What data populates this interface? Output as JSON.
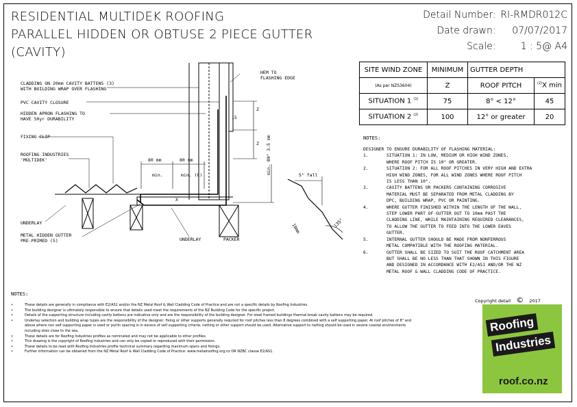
{
  "header": {
    "title_lines": [
      "RESIDENTIAL MULTIDEK ROOFING",
      "PARALLEL HIDDEN OR OBTUSE 2 PIECE GUTTER",
      "(CAVITY)"
    ],
    "detail_number_label": "Detail Number:",
    "detail_number": "RI-RMDR012C",
    "date_label": "Date drawn:",
    "date": "07/07/2017",
    "scale_label": "Scale:",
    "scale": "1 : 5@ A4"
  },
  "wind_table": {
    "h_site": "SITE WIND ZONE",
    "h_min": "MINIMUM",
    "h_gutter": "GUTTER DEPTH",
    "as_per": "(As per NZS3604)",
    "z": "Z",
    "roof_pitch": "ROOF PITCH",
    "x_min": "X min",
    "x_sup": "(2)",
    "rows": [
      {
        "situation": "SITUATION 1",
        "sup": "(1)",
        "min": "75",
        "pitch": "8° < 12°",
        "depth": "45"
      },
      {
        "situation": "SITUATION 2",
        "sup": "(2)",
        "min": "100",
        "pitch": "12° or greater",
        "depth": "20"
      }
    ]
  },
  "drawing_labels": {
    "cladding": "CLADDING ON 20mm CAVITY BATTENS (3)",
    "cladding2": "WITH BUILDING WRAP OVER FLASHING",
    "pvc": "PVC CAVITY CLOSURE",
    "hidden_apron": "HIDDEN APRON FLASHING TO",
    "hidden_apron2": "HAVE 50yr DURABILITY",
    "fixing_clip": "FIXING CLIP",
    "roofing_industries": "ROOFING INDUSTRIES",
    "multidek": "'MULTIDEK'",
    "underlay_left": "UNDERLAY",
    "gutter": "METAL HIDDEN GUTTER",
    "gutter2": "PRE-PRIMED (5)",
    "underlay_bottom": "UNDERLAY",
    "packer": "PACKER",
    "hem": "HEM TO",
    "hem2": "FLASHING EDGE",
    "dim_80_a": "80 mm",
    "dim_80_b": "80 mm",
    "dim_min": "min.",
    "dim_min_c": "min. (C)",
    "dim_z1": "Z",
    "dim_z2": "Z",
    "dim_15": "15",
    "dim_x": "X",
    "dim_vertical": "min. 89°",
    "dim_vertical2": "3.5 mm",
    "fall": "5° fall",
    "dim_10": "10mm",
    "dim_135": "135°"
  },
  "right_notes": {
    "head": "NOTES:",
    "intro": "DESIGNER TO ENSURE DURABILITY OF FLASHING MATERIAL:",
    "items": [
      {
        "n": "1.",
        "lines": [
          "SITUATION 1: IN LOW, MEDIUM OR HIGH WIND ZONES,",
          "WHERE ROOF PITCH IS 10° OR GREATER."
        ]
      },
      {
        "n": "2.",
        "lines": [
          "SITUATION 2: FOR ALL ROOF PITCHES IN VERY HIGH AND EXTRA",
          "HIGH WIND ZONES, FOR ALL WIND ZONES WHERE ROOF PITCH",
          "IS LESS THAN 10°."
        ]
      },
      {
        "n": "3.",
        "lines": [
          "CAVITY BATTENS OR PACKERS CONTAINING CORROSIVE",
          "MATERIAL MUST BE SEPARATED FROM METAL CLADDING BY",
          "DPC, BUILDING WRAP, PVC OR PAINTING."
        ]
      },
      {
        "n": "4.",
        "lines": [
          "WHERE GUTTER FINISHED WITHIN THE LENGTH OF THE WALL,",
          "STEP LOWER PART OF GUTTER OUT TO 10mm PAST THE",
          "CLADDING LINE, WHILE MAINTAINING REQUIRED CLEARANCES,",
          "TO ALLOW THE GUTTER TO FEED INTO THE LOWER EAVES",
          "GUTTER."
        ]
      },
      {
        "n": "5.",
        "lines": [
          "INTERNAL GUTTER SHOULD BE MADE FROM NONFERROUS",
          "METAL COMPATIBLE WITH THE ROOFING MATERIAL."
        ]
      },
      {
        "n": "6.",
        "lines": [
          "GUTTER SHALL BE SIZED TO SUIT THE ROOF CATCHMENT AREA",
          "BUT SHALL BE NO LESS THAN THAT SHOWN IN THIS FIGURE",
          "AND DESIGNED IN ACCORDANCE WITH E2/AS1 AND/OR THE NZ",
          "METAL ROOF & WALL CLADDING CODE OF PRACTICE."
        ]
      }
    ]
  },
  "bottom_notes": {
    "head": "NOTES:",
    "bullet": "•",
    "items": [
      "These details are generally in compliance with E2/AS1 and/or the NZ Metal Roof & Wall Cladding Code of Practice and are not a specific details by Roofing Industries.",
      "The building designer is ultimately responsible to ensure that details used meet the requirements of the NZ Building Code for the specific project.",
      "Details of the supporting structure including cavity battens are indicative only and are the responsibility of the building designer. For steel framed buildings thermal break cavity battens may be required.",
      "Underlay selection and building wrap types are the responsibility of the designer, fixing or other supports generally required for roof pitches less than 8 degrees combined with a self supporting paper. At roof pitches of 8° and above where non self supporting paper is used or purlin spacing is in excess of self supporting criteria, netting or other support should be used. Alternative support to netting should be used in severe coastal environments including sites close to the sea.",
      "These details are for Roofing Industries profiles as nominated and may not be applicable to other profiles.",
      "This drawing is the copyright of Roofing Industries and can only be copied or reproduced with their permission.",
      "These details to be read with Roofing Industries profile technical summary regarding maximum spans and fixings.",
      "Further information can be obtained from the NZ Metal Roof & Wall Cladding Code of Practice: www.metalroofing.org.nz OR NZBC clause E2/AS1."
    ]
  },
  "copyright": {
    "text": "Copyright detail",
    "symbol": "©",
    "year": "2017"
  },
  "logo": {
    "line1": "Roofing",
    "line2": "Industries",
    "url": "roof.co.nz",
    "color": "#8cc63f"
  }
}
